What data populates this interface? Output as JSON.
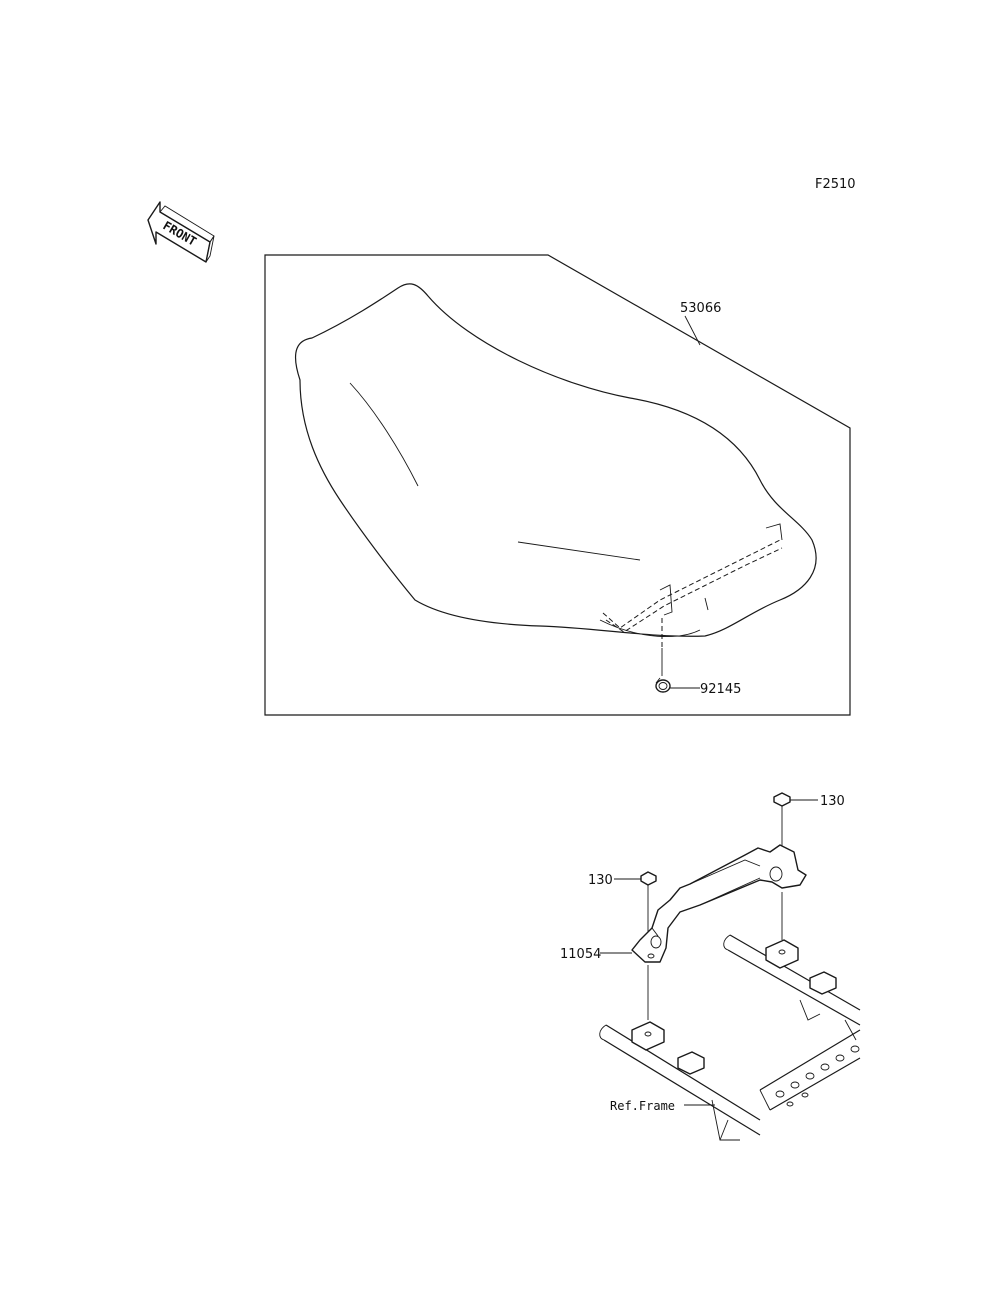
{
  "figure_code": "F2510",
  "front_arrow": {
    "text": "FRONT",
    "icon": "front-arrow-icon"
  },
  "callouts": {
    "seat": "53066",
    "spring": "92145",
    "bolt_right": "130",
    "bolt_left": "130",
    "bracket": "11054",
    "frame_ref": "Ref.Frame"
  }
}
